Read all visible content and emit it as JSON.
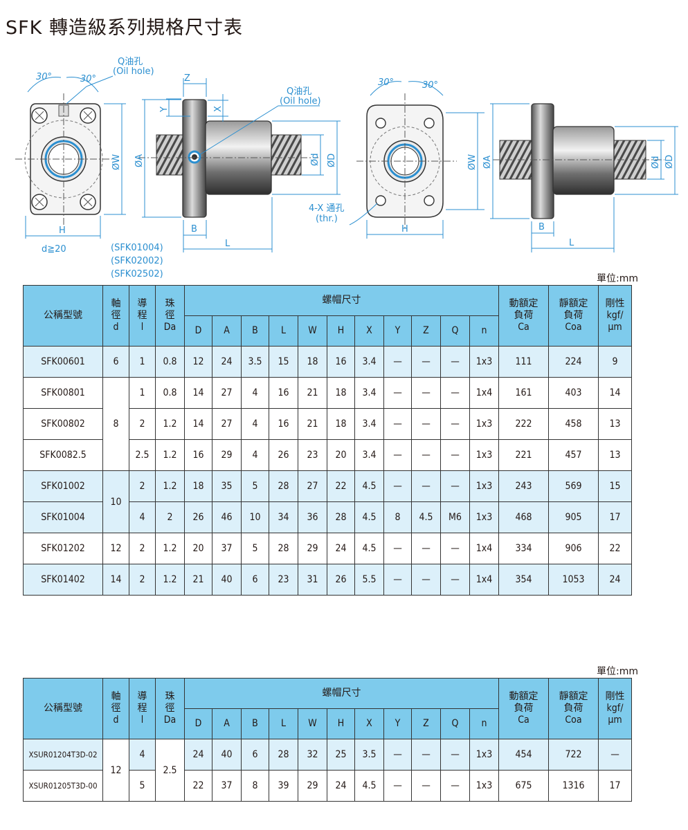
{
  "title": "SFK 轉造級系列規格尺寸表",
  "drawings": {
    "left": {
      "angle1": "30°",
      "angle2": "30°",
      "oil_hole_cn": "Q油孔",
      "oil_hole_en": "(Oil hole)",
      "dim_W": "ØW",
      "dim_H": "H",
      "note": "d≧20"
    },
    "left_side": {
      "dim_Z": "Z",
      "dim_Y": "Y",
      "dim_X": "X",
      "dim_A": "ØA",
      "dim_d": "Ød",
      "dim_D": "ØD",
      "dim_B": "B",
      "dim_L": "L",
      "oil_hole_cn": "Q油孔",
      "oil_hole_en": "(Oil hole)",
      "models": [
        "(SFK01004)",
        "(SFK02002)",
        "(SFK02502)"
      ]
    },
    "right": {
      "angle1": "30°",
      "angle2": "30°",
      "dim_W": "ØW",
      "dim_H": "H",
      "thru_cn": "4-X 通孔",
      "thru_en": "(thr.)"
    },
    "right_side": {
      "dim_A": "ØA",
      "dim_d": "Ød",
      "dim_D": "ØD",
      "dim_B": "B",
      "dim_L": "L"
    }
  },
  "header": {
    "model": "公稱型號",
    "shaft": [
      "軸",
      "徑",
      "d"
    ],
    "lead": [
      "導",
      "程",
      "l"
    ],
    "ball": [
      "珠",
      "徑",
      "Da"
    ],
    "nut_dims": "螺帽尺寸",
    "sub": [
      "D",
      "A",
      "B",
      "L",
      "W",
      "H",
      "X",
      "Y",
      "Z",
      "Q",
      "n"
    ],
    "dynamic": [
      "動額定",
      "負荷",
      "Ca"
    ],
    "static": [
      "靜額定",
      "負荷",
      "Coa"
    ],
    "rigidity": [
      "剛性",
      "kgf/",
      "μm"
    ]
  },
  "table1": {
    "unit": "單位:mm",
    "rows": [
      {
        "model": "SFK00601",
        "d": "6",
        "l": "1",
        "Da": "0.8",
        "D": "12",
        "A": "24",
        "B": "3.5",
        "L": "15",
        "W": "18",
        "H": "16",
        "X": "3.4",
        "Y": "—",
        "Z": "—",
        "Q": "—",
        "n": "1x3",
        "Ca": "111",
        "Coa": "224",
        "K": "9"
      },
      {
        "model": "SFK00801",
        "d": "8",
        "l": "1",
        "Da": "0.8",
        "D": "14",
        "A": "27",
        "B": "4",
        "L": "16",
        "W": "21",
        "H": "18",
        "X": "3.4",
        "Y": "—",
        "Z": "—",
        "Q": "—",
        "n": "1x4",
        "Ca": "161",
        "Coa": "403",
        "K": "14"
      },
      {
        "model": "SFK00802",
        "l": "2",
        "Da": "1.2",
        "D": "14",
        "A": "27",
        "B": "4",
        "L": "16",
        "W": "21",
        "H": "18",
        "X": "3.4",
        "Y": "—",
        "Z": "—",
        "Q": "—",
        "n": "1x3",
        "Ca": "222",
        "Coa": "458",
        "K": "13"
      },
      {
        "model": "SFK0082.5",
        "l": "2.5",
        "Da": "1.2",
        "D": "16",
        "A": "29",
        "B": "4",
        "L": "26",
        "W": "23",
        "H": "20",
        "X": "3.4",
        "Y": "—",
        "Z": "—",
        "Q": "—",
        "n": "1x3",
        "Ca": "221",
        "Coa": "457",
        "K": "13"
      },
      {
        "model": "SFK01002",
        "d": "10",
        "l": "2",
        "Da": "1.2",
        "D": "18",
        "A": "35",
        "B": "5",
        "L": "28",
        "W": "27",
        "H": "22",
        "X": "4.5",
        "Y": "—",
        "Z": "—",
        "Q": "—",
        "n": "1x3",
        "Ca": "243",
        "Coa": "569",
        "K": "15"
      },
      {
        "model": "SFK01004",
        "l": "4",
        "Da": "2",
        "D": "26",
        "A": "46",
        "B": "10",
        "L": "34",
        "W": "36",
        "H": "28",
        "X": "4.5",
        "Y": "8",
        "Z": "4.5",
        "Q": "M6",
        "n": "1x3",
        "Ca": "468",
        "Coa": "905",
        "K": "17"
      },
      {
        "model": "SFK01202",
        "d": "12",
        "l": "2",
        "Da": "1.2",
        "D": "20",
        "A": "37",
        "B": "5",
        "L": "28",
        "W": "29",
        "H": "24",
        "X": "4.5",
        "Y": "—",
        "Z": "—",
        "Q": "—",
        "n": "1x4",
        "Ca": "334",
        "Coa": "906",
        "K": "22"
      },
      {
        "model": "SFK01402",
        "d": "14",
        "l": "2",
        "Da": "1.2",
        "D": "21",
        "A": "40",
        "B": "6",
        "L": "23",
        "W": "31",
        "H": "26",
        "X": "5.5",
        "Y": "—",
        "Z": "—",
        "Q": "—",
        "n": "1x4",
        "Ca": "354",
        "Coa": "1053",
        "K": "24"
      }
    ]
  },
  "table2": {
    "unit": "單位:mm",
    "rows": [
      {
        "model": "XSUR01204T3D-02",
        "d": "12",
        "l": "4",
        "Da": "2.5",
        "D": "24",
        "A": "40",
        "B": "6",
        "L": "28",
        "W": "32",
        "H": "25",
        "X": "3.5",
        "Y": "—",
        "Z": "—",
        "Q": "—",
        "n": "1x3",
        "Ca": "454",
        "Coa": "722",
        "K": "—"
      },
      {
        "model": "XSUR01205T3D-00",
        "l": "5",
        "D": "22",
        "A": "37",
        "B": "8",
        "L": "39",
        "W": "29",
        "H": "24",
        "X": "4.5",
        "Y": "—",
        "Z": "—",
        "Q": "—",
        "n": "1x3",
        "Ca": "675",
        "Coa": "1316",
        "K": "17"
      }
    ]
  },
  "colors": {
    "header_bg": "#7ecbec",
    "row_alt_bg": "#dcf0fa",
    "dimension_line": "#2b8fd0",
    "seal_ring": "#2b8fd0"
  }
}
